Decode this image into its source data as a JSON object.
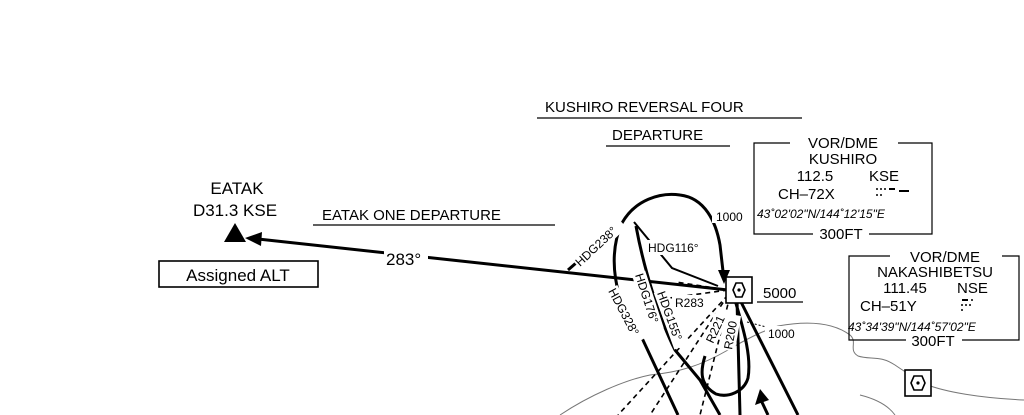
{
  "procedures": {
    "kushiro_reversal": [
      "KUSHIRO REVERSAL FOUR",
      "DEPARTURE"
    ],
    "eatak_one": "EATAK ONE DEPARTURE"
  },
  "fix": {
    "name": "EATAK",
    "dme": "D31.3 KSE",
    "note": "Assigned ALT"
  },
  "course": "283°",
  "navaid_kushiro": {
    "type": "VOR/DME",
    "name": "KUSHIRO",
    "freq": "112.5",
    "ident": "KSE",
    "channel": "CH–72X",
    "coords": "43˚02'02\"N/144˚12'15\"E",
    "alt": "300FT"
  },
  "navaid_nakashibetsu": {
    "type": "VOR/DME",
    "name": "NAKASHIBETSU",
    "freq": "111.45",
    "ident": "NSE",
    "channel": "CH–51Y",
    "coords": "43˚34'39\"N/144˚57'02\"E",
    "alt": "300FT"
  },
  "altitudes": {
    "a1000_top": "1000",
    "a5000": "5000",
    "a1000_right": "1000"
  },
  "headings": {
    "hdg238": "HDG238°",
    "hdg116": "HDG116°",
    "hdg176": "HDG176°",
    "hdg328": "HDG328°",
    "hdg155": "HDG155°"
  },
  "radials": {
    "r283": "R283",
    "r221": "R221",
    "r200": "R200"
  },
  "colors": {
    "ink": "#000000",
    "coast": "#777777",
    "paper": "#ffffff"
  }
}
